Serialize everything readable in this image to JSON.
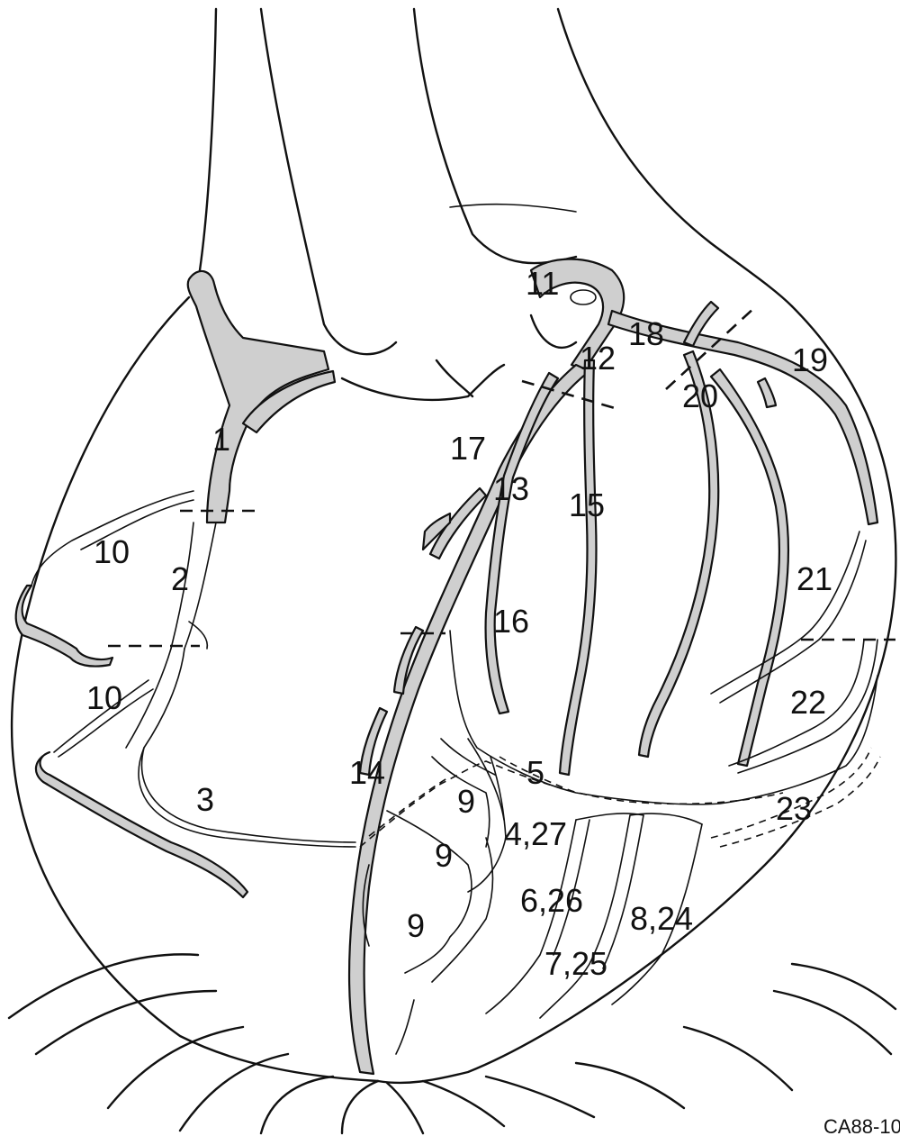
{
  "colors": {
    "ink": "#111111",
    "vessel_fill": "#cfcfcf",
    "background": "#ffffff"
  },
  "labels": {
    "seg_1": "1",
    "seg_2": "2",
    "seg_3": "3",
    "seg_4_27": "4,27",
    "seg_5": "5",
    "seg_6_26": "6,26",
    "seg_7_25": "7,25",
    "seg_8_24": "8,24",
    "seg_9_a": "9",
    "seg_9_b": "9",
    "seg_9_c": "9",
    "seg_10_a": "10",
    "seg_10_b": "10",
    "seg_11": "11",
    "seg_12": "12",
    "seg_13": "13",
    "seg_14": "14",
    "seg_15": "15",
    "seg_16": "16",
    "seg_17": "17",
    "seg_18": "18",
    "seg_19": "19",
    "seg_20": "20",
    "seg_21": "21",
    "seg_22": "22",
    "seg_23": "23"
  },
  "corner_code": "CA88-10"
}
